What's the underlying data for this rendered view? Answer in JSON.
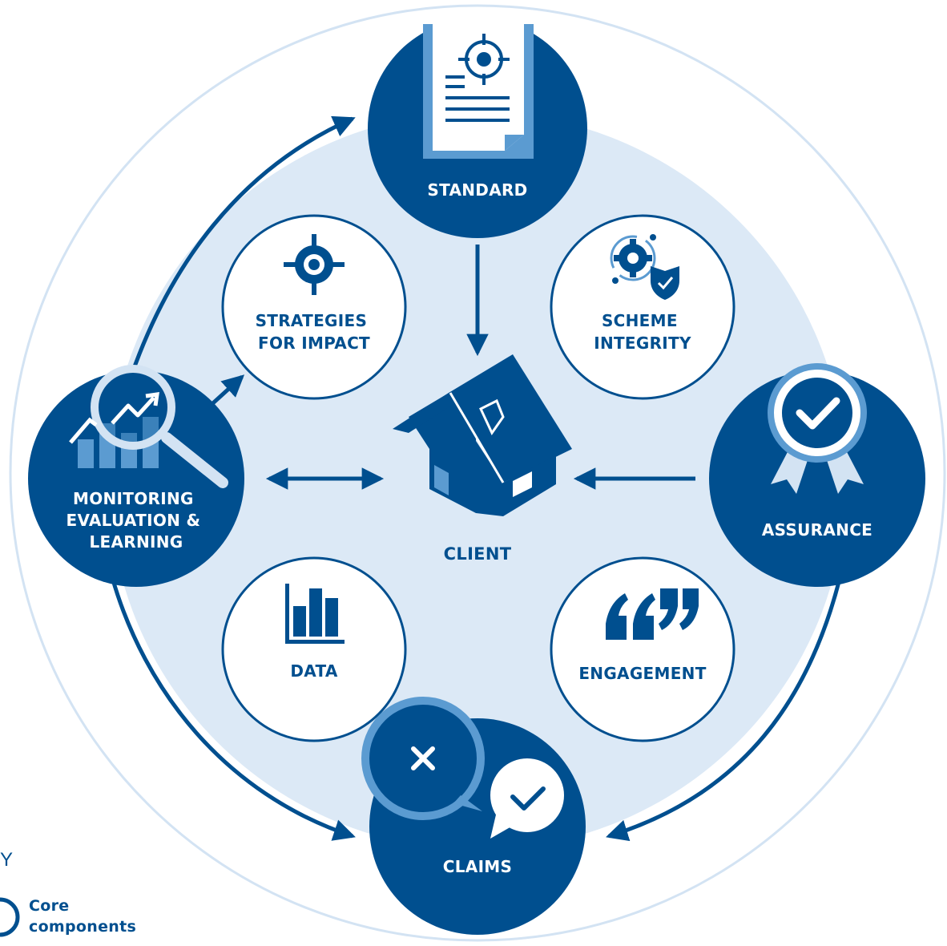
{
  "colors": {
    "dark_blue": "#004f8f",
    "mid_blue": "#5b9bd1",
    "light_fill": "#dce9f6",
    "ring": "#d3e3f3",
    "white": "#ffffff"
  },
  "nodes": {
    "standard": {
      "label": "STANDARD",
      "icon": "document-target-icon"
    },
    "assurance": {
      "label": "ASSURANCE",
      "icon": "rosette-check-icon"
    },
    "claims": {
      "label": "CLAIMS",
      "icon": "speech-bubbles-icon"
    },
    "mel": {
      "label_lines": [
        "MONITORING",
        "EVALUATION &",
        "LEARNING"
      ],
      "icon": "magnifier-chart-icon"
    },
    "client": {
      "label": "CLIENT",
      "icon": "house-icon"
    },
    "strategies": {
      "label_lines": [
        "STRATEGIES",
        "FOR IMPACT"
      ],
      "icon": "target-icon"
    },
    "scheme_integrity": {
      "label_lines": [
        "SCHEME",
        "INTEGRITY"
      ],
      "icon": "gear-shield-icon"
    },
    "data": {
      "label": "DATA",
      "icon": "bar-chart-icon"
    },
    "engagement": {
      "label": "ENGAGEMENT",
      "icon": "quote-marks-icon"
    }
  },
  "legend": {
    "fragment": "Y",
    "label_lines": [
      "Core",
      "components"
    ]
  }
}
